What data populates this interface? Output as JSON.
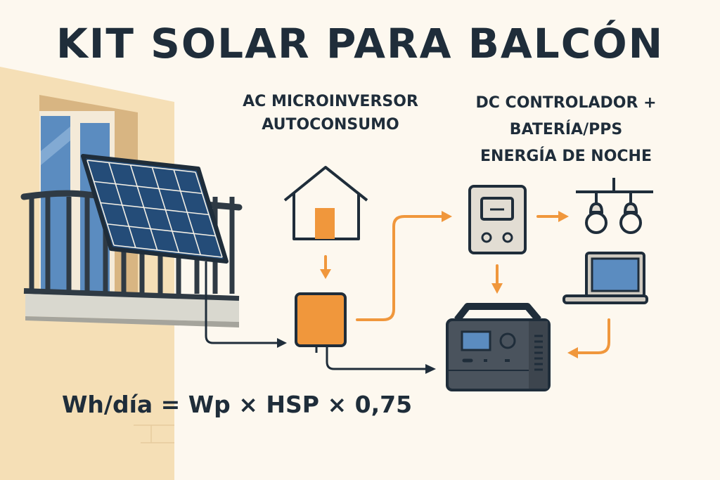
{
  "title": "KIT SOLAR PARA BALCÓN",
  "ac_label": {
    "line1": "AC MICROINVERSOR",
    "line2": "AUTOCONSUMO"
  },
  "dc_label": {
    "line1": "DC CONTROLADOR +",
    "line2": "BATERÍA/PPS",
    "line3": "ENERGÍA DE NOCHE"
  },
  "formula": "Wh/día = Wp × HSP × 0,75",
  "colors": {
    "ink": "#1f2d3a",
    "orange": "#f0973c",
    "wall": "#f5dfb6",
    "panel": "#244c78",
    "glass": "#5b8cc0",
    "station": "#4a535d"
  }
}
